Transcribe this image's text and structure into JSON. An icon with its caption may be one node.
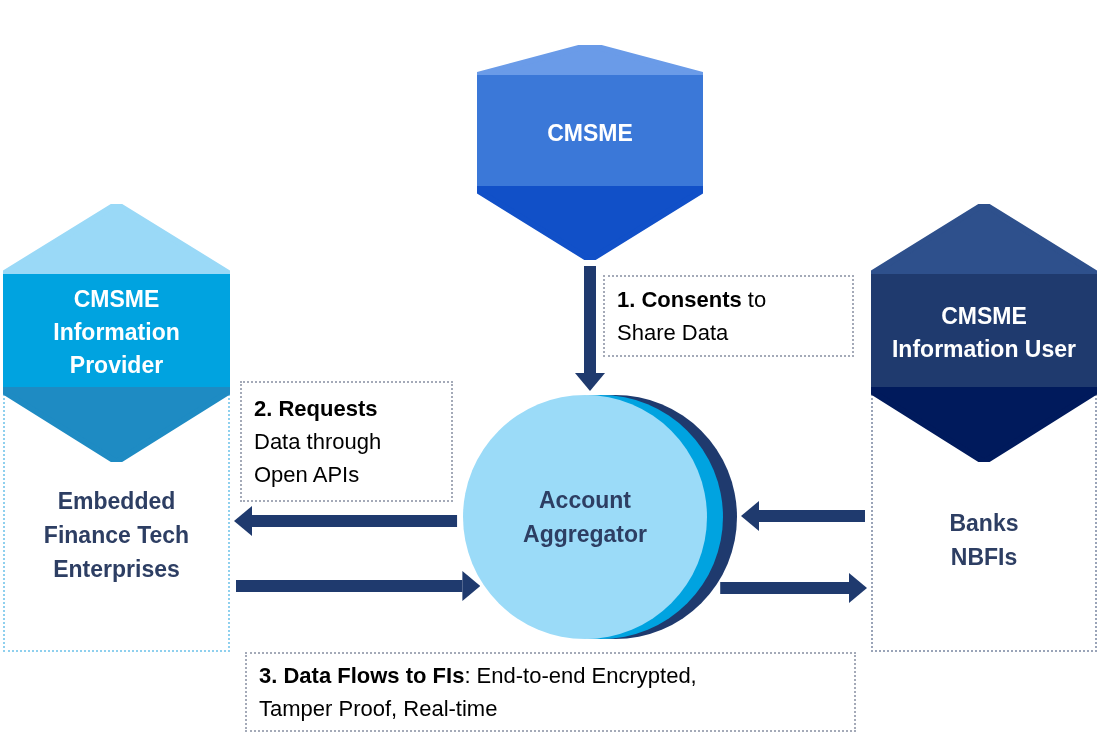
{
  "diagram": {
    "nodes": [
      {
        "text": [
          "CMSME"
        ]
      },
      {
        "text": [
          "CMSME Information Provider",
          "Embedded Finance Tech Enterprises"
        ]
      },
      {
        "text": [
          "CMSME Information User",
          "Banks NBFIs"
        ]
      },
      {
        "text": [
          "Account Aggregator"
        ]
      },
      {
        "text": [
          "**1. Consents** to Share Data"
        ]
      },
      {
        "text": [
          "**2. Requests** Data through Open APIs"
        ]
      },
      {
        "text": [
          "**3. Data Flows to FIs**: End-to-end Encrypted, Tamper Proof, Real-time"
        ]
      }
    ],
    "edges": [
      {
        "from": 0,
        "to": 3,
        "arrow": "to"
      },
      {
        "from": 3,
        "to": 1,
        "arrow": "to"
      },
      {
        "from": 1,
        "to": 3,
        "arrow": "to"
      },
      {
        "from": 2,
        "to": 3,
        "arrow": "to"
      },
      {
        "from": 3,
        "to": 2,
        "arrow": "to"
      }
    ]
  }
}
